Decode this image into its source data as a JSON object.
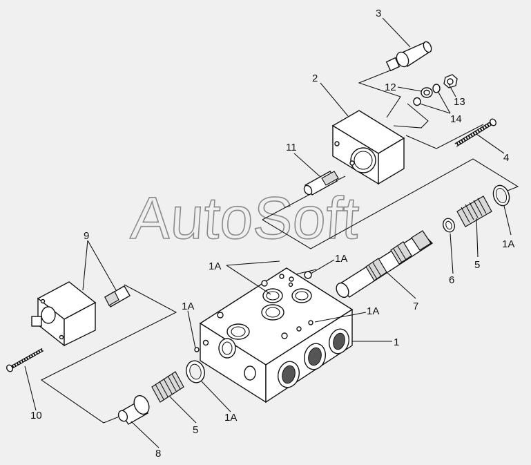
{
  "watermark": "AutoSoft",
  "callouts": {
    "c1": "1",
    "c2": "2",
    "c3": "3",
    "c4": "4",
    "c5a": "5",
    "c5b": "5",
    "c6": "6",
    "c7": "7",
    "c8": "8",
    "c9": "9",
    "c10": "10",
    "c11": "11",
    "c12": "12",
    "c13": "13",
    "c14": "14",
    "c1a_top": "1A",
    "c1a_mid": "1A",
    "c1a_right": "1A",
    "c1a_left": "1A",
    "c1a_far_right": "1A",
    "c1a_bottom": "1A"
  },
  "colors": {
    "background": "#f0f0f0",
    "ink": "#111111",
    "watermark": "#8a8a8a"
  }
}
